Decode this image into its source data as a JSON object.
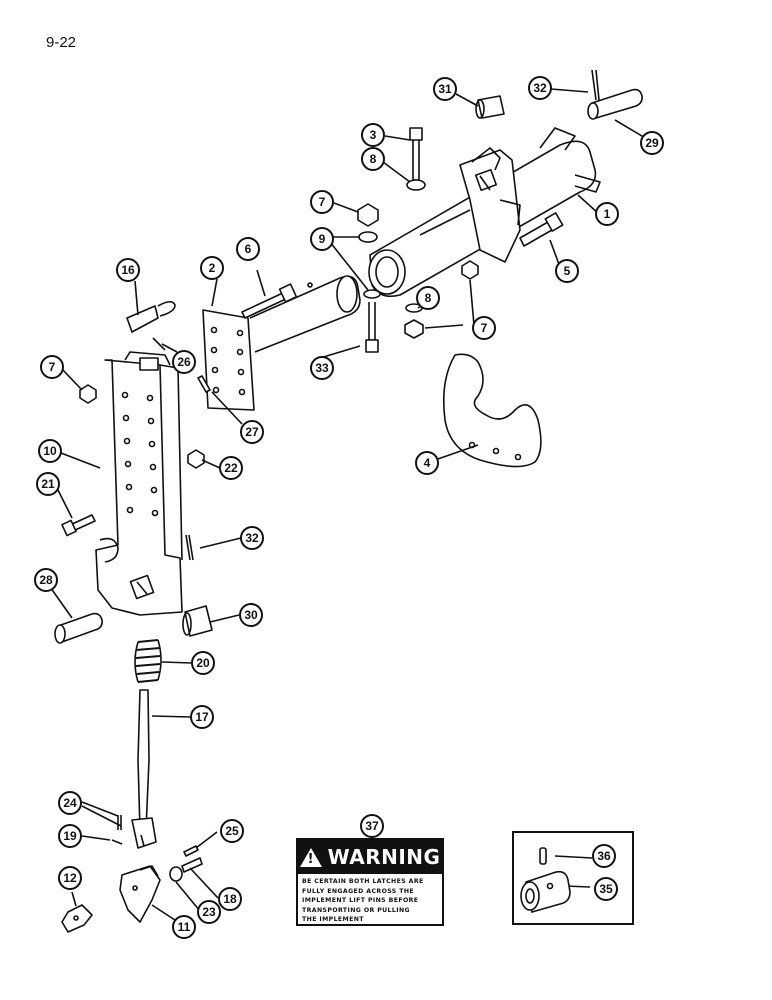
{
  "page_number": "9-22",
  "callouts": {
    "c1": "1",
    "c2": "2",
    "c3": "3",
    "c4": "4",
    "c5": "5",
    "c6": "6",
    "c7a": "7",
    "c7b": "7",
    "c7c": "7",
    "c8a": "8",
    "c8b": "8",
    "c9": "9",
    "c10": "10",
    "c11": "11",
    "c12": "12",
    "c16": "16",
    "c17": "17",
    "c18": "18",
    "c19": "19",
    "c20": "20",
    "c21": "21",
    "c22": "22",
    "c23": "23",
    "c24": "24",
    "c25": "25",
    "c26": "26",
    "c27": "27",
    "c28": "28",
    "c29": "29",
    "c30": "30",
    "c31": "31",
    "c32a": "32",
    "c32b": "32",
    "c33": "33",
    "c35": "35",
    "c36": "36",
    "c37": "37"
  },
  "warning_label": {
    "title": "WARNING",
    "lines": [
      "BE CERTAIN BOTH LATCHES ARE",
      "FULLY ENGAGED ACROSS THE",
      "IMPLEMENT LIFT PINS BEFORE",
      "TRANSPORTING OR PULLING",
      "THE IMPLEMENT"
    ]
  }
}
